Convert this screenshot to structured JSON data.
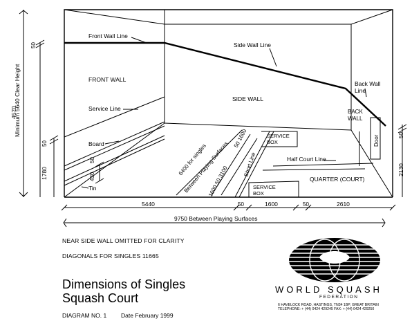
{
  "diagram": {
    "walls": {
      "front_wall_line": "Front Wall Line",
      "side_wall_line": "Side Wall Line",
      "front_wall": "FRONT WALL",
      "side_wall": "SIDE WALL",
      "service_line": "Service Line",
      "board": "Board",
      "tin": "Tin",
      "back_wall_line_1": "Back Wall",
      "back_wall_line_2": "Line",
      "back_wall_1": "BACK",
      "back_wall_2": "WALL",
      "door": "Door"
    },
    "floor": {
      "service_box_top_1": "SERVICE",
      "service_box_top_2": "BOX",
      "service_box_bottom_1": "SERVICE",
      "service_box_bottom_2": "BOX",
      "half_court_line": "Half Court Line",
      "short_line": "Short Line",
      "quarter": "QUARTER (COURT)",
      "diag_6400": "6400 for singles",
      "diag_between": "Between Playing Surfaces",
      "dim_1600_50_3100": "1600  50  3100",
      "dim_50_1600": "50  1600"
    },
    "dimensions": {
      "clear_height": "Minimum 5640 Clear Height",
      "d4570": "4570",
      "d50_left": "50",
      "d50_top": "50",
      "d1780": "1780",
      "d430": "430",
      "d50_tin": "50",
      "d50_right": "50",
      "d2130": "2130",
      "d5440": "5440",
      "d50_a": "50",
      "d1600": "1600",
      "d50_b": "50",
      "d2610": "2610",
      "total_length": "9750 Between Playing Surfaces"
    }
  },
  "notes": {
    "near_side": "NEAR SIDE WALL OMITTED FOR CLARITY",
    "diagonals": "DIAGONALS FOR SINGLES  11665"
  },
  "title": {
    "line1": "Dimensions of Singles",
    "line2": "Squash Court"
  },
  "diagram_no": {
    "label": "DIAGRAM NO. 1",
    "date": "Date  February 1999"
  },
  "logo": {
    "name": "WORLD SQUASH",
    "federation": "FEDERATION",
    "address_1": "6 HAVELOCK ROAD, HASTINGS, TN34 1BP, GREAT BRITAIN",
    "address_2": "TELEPHONE: + (44) 0424 429245  FAX: + (44) 0424 429250"
  }
}
